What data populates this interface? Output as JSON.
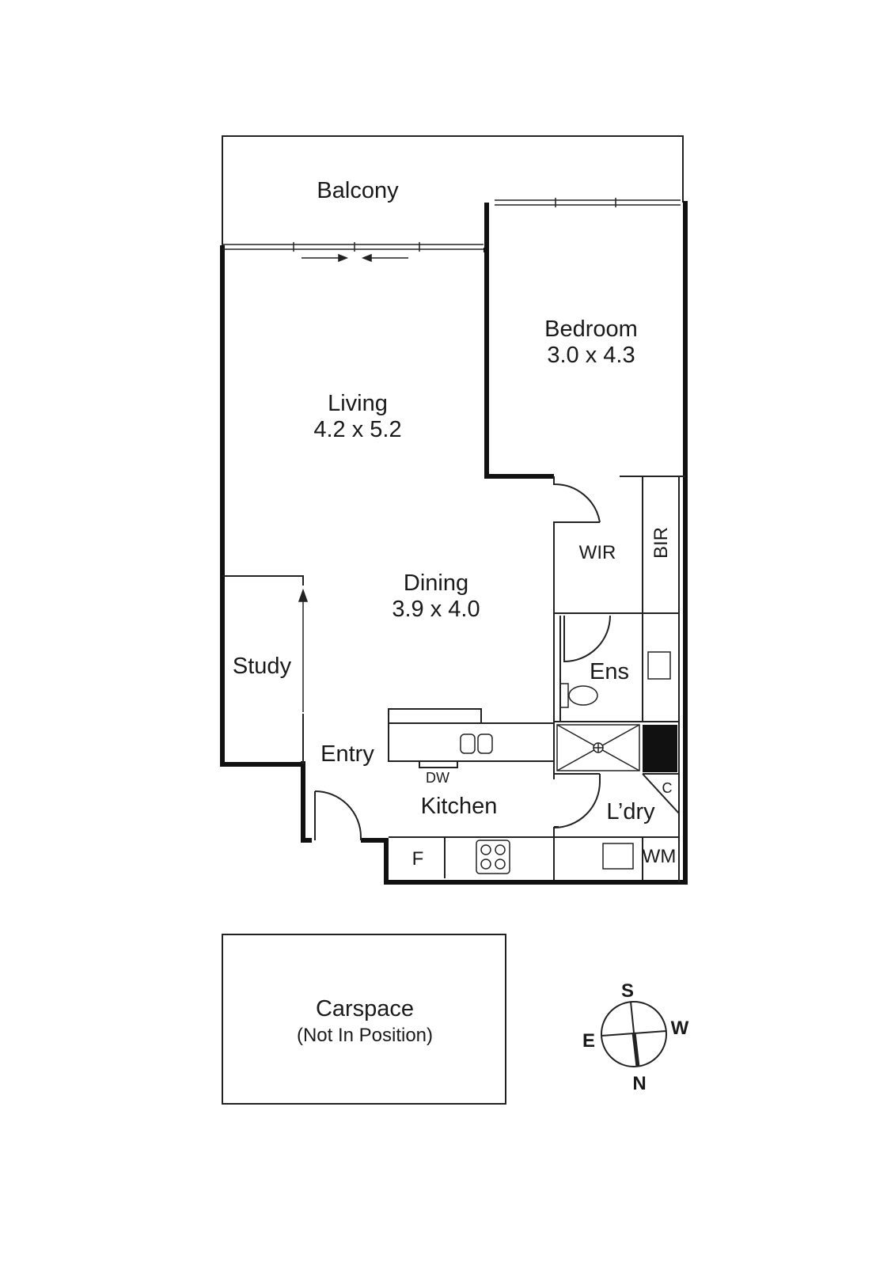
{
  "rooms": {
    "balcony": {
      "name": "Balcony"
    },
    "bedroom": {
      "name": "Bedroom",
      "dims": "3.0 x 4.3"
    },
    "living": {
      "name": "Living",
      "dims": "4.2 x 5.2"
    },
    "dining": {
      "name": "Dining",
      "dims": "3.9 x 4.0"
    },
    "study": {
      "name": "Study"
    },
    "entry": {
      "name": "Entry"
    },
    "kitchen": {
      "name": "Kitchen"
    },
    "wir": {
      "name": "WIR"
    },
    "bir": {
      "name": "BIR"
    },
    "ens": {
      "name": "Ens"
    },
    "laundry": {
      "name": "L’dry"
    }
  },
  "fixtures": {
    "dishwasher": "DW",
    "fridge": "F",
    "cupboard": "C",
    "washing_machine": "WM"
  },
  "carspace": {
    "name": "Carspace",
    "note": "(Not In Position)"
  },
  "compass": {
    "north": "N",
    "south": "S",
    "east": "E",
    "west": "W"
  },
  "colors": {
    "wall": "#111111",
    "line": "#222222",
    "background": "#ffffff"
  }
}
